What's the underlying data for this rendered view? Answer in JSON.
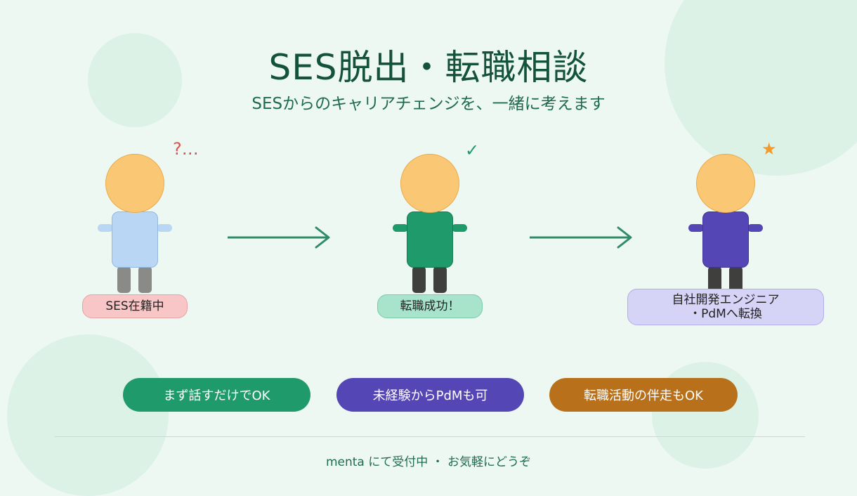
{
  "header": {
    "title": "SES脱出・転職相談",
    "subtitle": "SESからのキャリアチェンジを、一緒に考えます"
  },
  "stages": [
    {
      "label": "SES在籍中",
      "mark": "?…",
      "mark_icon": "question-icon",
      "colors": {
        "body": "#b9d6f5",
        "body_border": "#93b8de",
        "limbs": "#8a8a86",
        "label_bg": "#f8c6c6",
        "label_border": "#e9a3a3",
        "mark": "#d9534f"
      }
    },
    {
      "label": "転職成功！",
      "mark": "✓",
      "mark_icon": "check-icon",
      "colors": {
        "body": "#1f9a6a",
        "body_border": "#157a52",
        "limbs": "#3f3f3d",
        "label_bg": "#a7e4cb",
        "label_border": "#7ccaa9",
        "mark": "#1f9a6a"
      }
    },
    {
      "label": "自社開発エンジニア\n・PdMへ転換",
      "mark": "★",
      "mark_icon": "star-icon",
      "colors": {
        "body": "#5446b4",
        "body_border": "#3f3393",
        "limbs": "#3f3f3d",
        "label_bg": "#d5d3f6",
        "label_border": "#b2aee8",
        "mark": "#f39a2b"
      }
    }
  ],
  "arrows": [
    {
      "icon": "arrow-right-icon",
      "color": "#2f8c66"
    },
    {
      "icon": "arrow-right-icon",
      "color": "#2f8c66"
    }
  ],
  "tags": [
    {
      "label": "まず話すだけでOK",
      "color": "#1f9a6a"
    },
    {
      "label": "未経験からPdMも可",
      "color": "#5446b4"
    },
    {
      "label": "転職活動の伴走もOK",
      "color": "#b8711a"
    }
  ],
  "footer": {
    "text": "menta にて受付中 ・ お気軽にどうぞ"
  }
}
